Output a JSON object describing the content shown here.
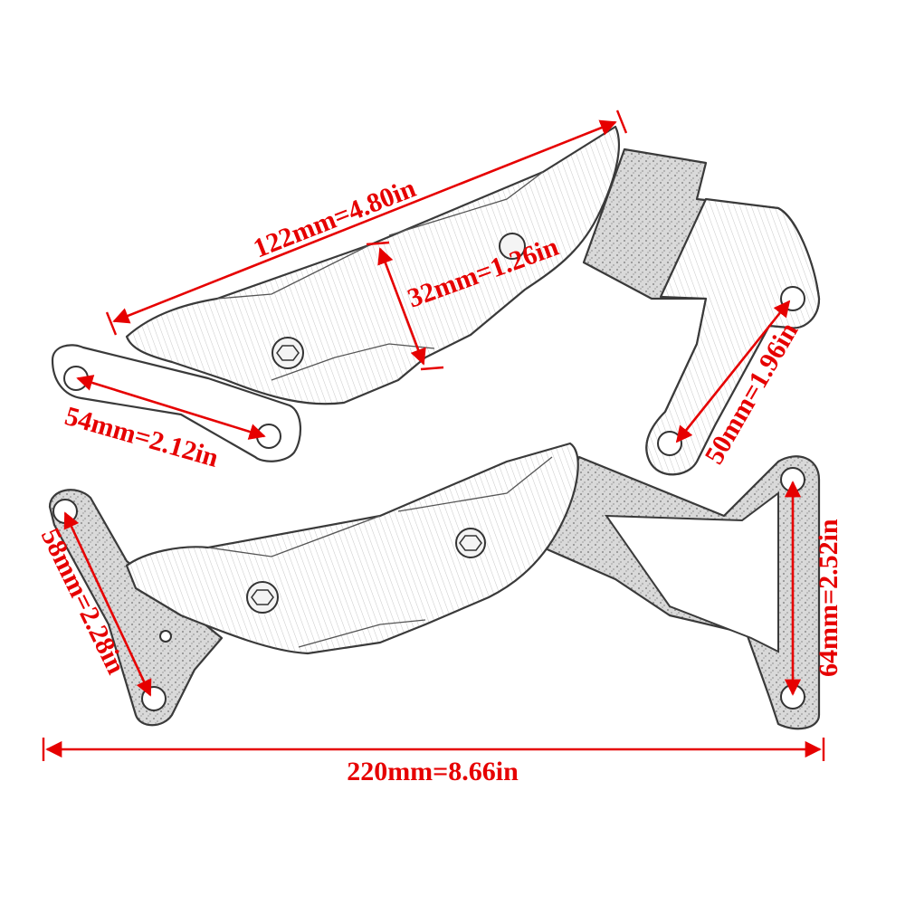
{
  "colors": {
    "dimension": "#e60000",
    "outline": "#3a3a3a"
  },
  "dimensions": {
    "length_top": "122mm=4.80in",
    "height_top": "32mm=1.26in",
    "left_top_bracket": "54mm=2.12in",
    "right_top_bracket": "50mm=1.96in",
    "left_bottom_bracket": "58mm=2.28in",
    "right_bottom_bracket": "64mm=2.52in",
    "overall_width": "220mm=8.66in"
  }
}
